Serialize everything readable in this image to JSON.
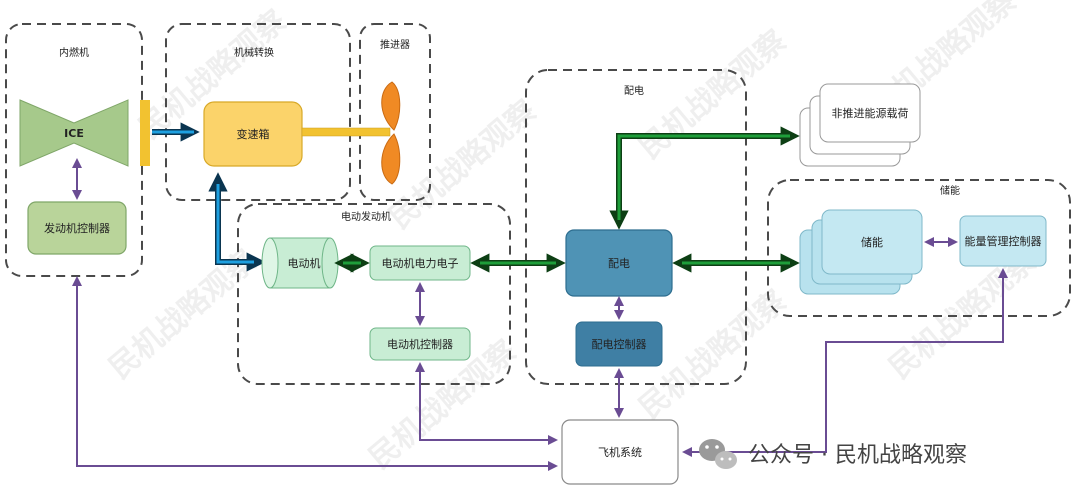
{
  "groups": {
    "ice_group": "内燃机",
    "mech_group": "机械转换",
    "propulsor_group": "推进器",
    "motor_group": "电动发动机",
    "dist_group": "配电",
    "storage_group": "储能"
  },
  "nodes": {
    "ice": "ICE",
    "engine_ctrl": "发动机控制器",
    "gearbox": "变速箱",
    "motor": "电动机",
    "motor_pe": "电动机电力电子",
    "motor_ctrl": "电动机控制器",
    "dist": "配电",
    "dist_ctrl": "配电控制器",
    "nonprop_load": "非推进能源载荷",
    "storage": "储能",
    "ems_ctrl": "能量管理控制器",
    "aircraft_sys": "飞机系统"
  },
  "watermark": "民机战略观察",
  "brand": {
    "text": "公众号 · 民机战略观察",
    "icon": "wechat-icon"
  },
  "colors": {
    "mechanical": "#f2c230",
    "electrical": "#1e9e3a",
    "control": "#6a4c93",
    "hybrid_link": "#1ea0e0"
  }
}
